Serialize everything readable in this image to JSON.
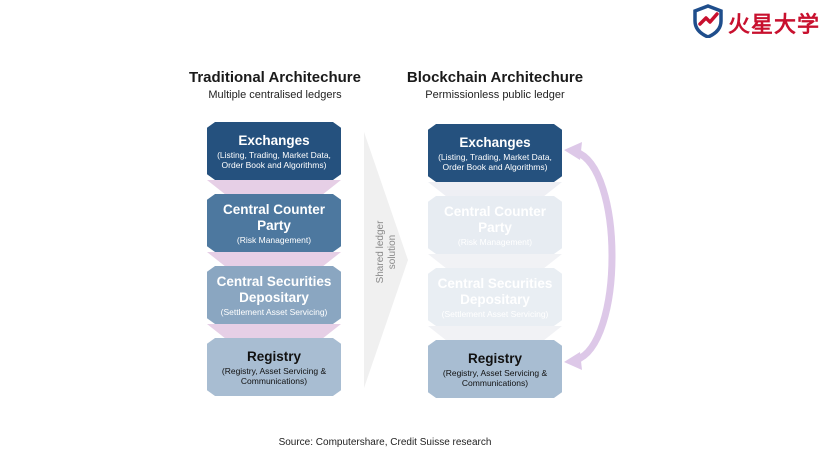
{
  "brand": {
    "logo_text": "火星大学"
  },
  "left": {
    "title": "Traditional Architechure",
    "subtitle": "Multiple centralised ledgers",
    "boxes": [
      {
        "title": "Exchanges",
        "sub": "(Listing, Trading, Market Data, Order Book and Algorithms)"
      },
      {
        "title": "Central Counter Party",
        "sub": "(Risk Management)"
      },
      {
        "title": "Central Securities Depositary",
        "sub": "(Settlement Asset Servicing)"
      },
      {
        "title": "Registry",
        "sub": "(Registry, Asset Servicing & Communications)"
      }
    ]
  },
  "middle": {
    "label": "Shared ledger solution"
  },
  "right": {
    "title": "Blockchain Architechure",
    "subtitle": "Permissionless public ledger",
    "boxes": [
      {
        "title": "Exchanges",
        "sub": "(Listing, Trading, Market Data, Order Book and Algorithms)"
      },
      {
        "title": "Central Counter Party",
        "sub": "(Risk Management)"
      },
      {
        "title": "Central Securities Depositary",
        "sub": "(Settlement Asset Servicing)"
      },
      {
        "title": "Registry",
        "sub": "(Registry, Asset Servicing & Communications)"
      }
    ]
  },
  "source": "Source: Computershare, Credit Suisse research",
  "colors": {
    "dark_blue": "#25517e",
    "mid_blue": "#4d789f",
    "light_blue": "#8aa6c1",
    "pale_blue": "#a8bdd2",
    "connector_pink": "#e6cfe6",
    "arc_lavender": "#ddc8e8",
    "logo_red": "#c8102e",
    "logo_blue": "#1f4e8c"
  }
}
